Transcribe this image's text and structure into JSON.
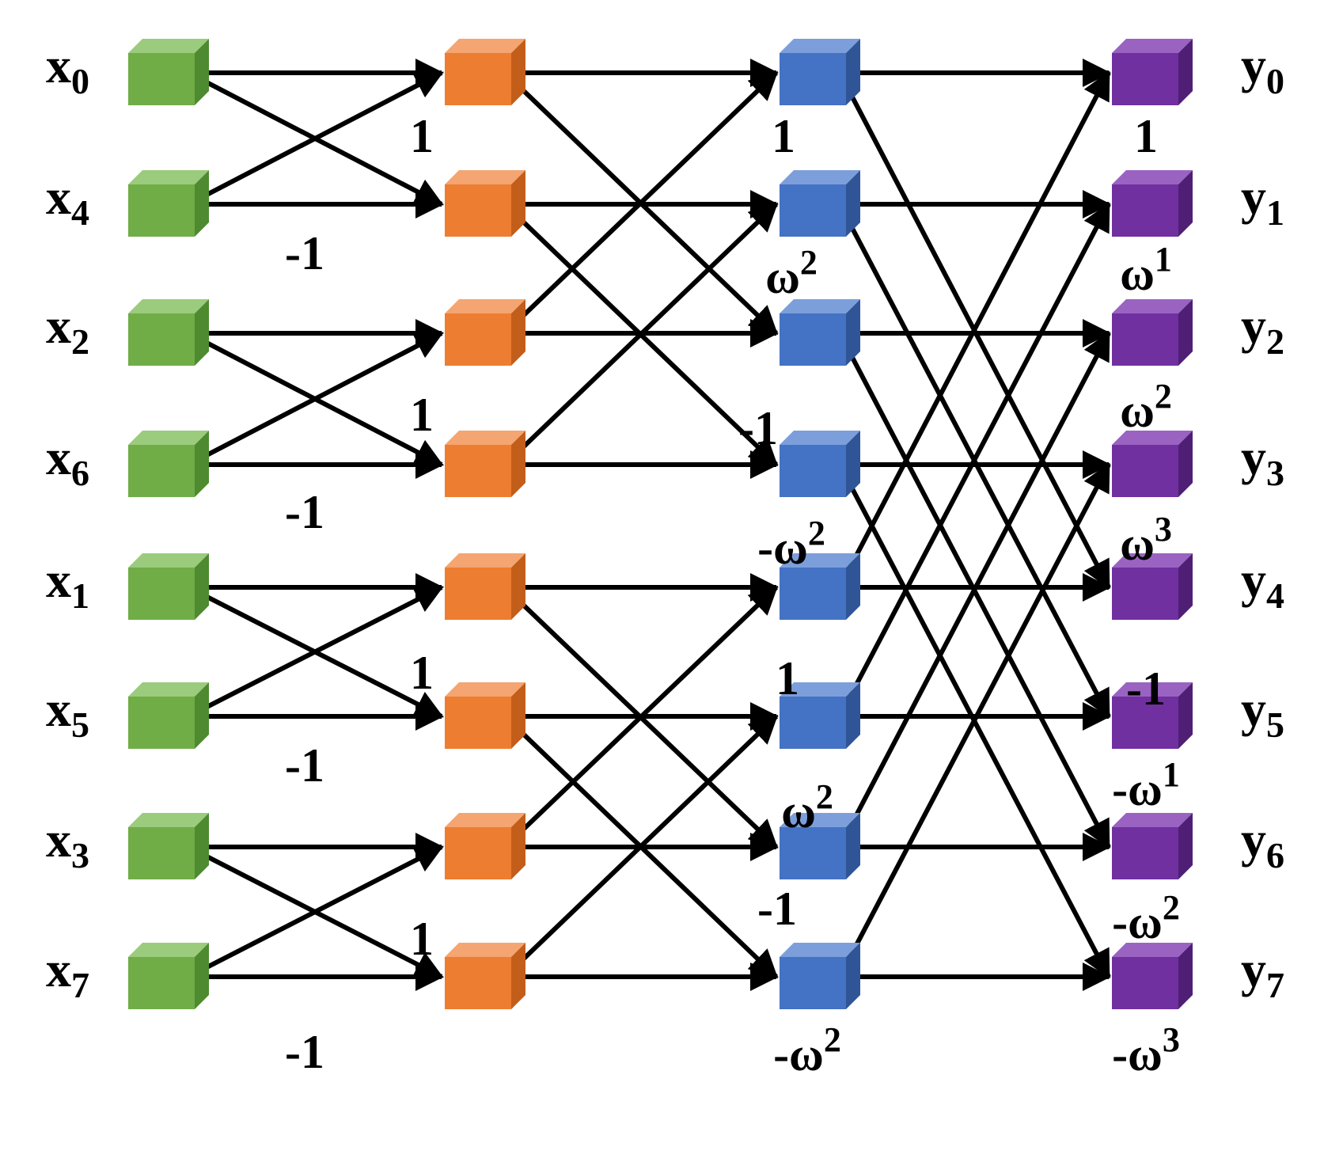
{
  "inputs": [
    {
      "letter": "x",
      "sub": "0"
    },
    {
      "letter": "x",
      "sub": "4"
    },
    {
      "letter": "x",
      "sub": "2"
    },
    {
      "letter": "x",
      "sub": "6"
    },
    {
      "letter": "x",
      "sub": "1"
    },
    {
      "letter": "x",
      "sub": "5"
    },
    {
      "letter": "x",
      "sub": "3"
    },
    {
      "letter": "x",
      "sub": "7"
    }
  ],
  "outputs": [
    {
      "letter": "y",
      "sub": "0"
    },
    {
      "letter": "y",
      "sub": "1"
    },
    {
      "letter": "y",
      "sub": "2"
    },
    {
      "letter": "y",
      "sub": "3"
    },
    {
      "letter": "y",
      "sub": "4"
    },
    {
      "letter": "y",
      "sub": "5"
    },
    {
      "letter": "y",
      "sub": "6"
    },
    {
      "letter": "y",
      "sub": "7"
    }
  ],
  "stage1_weights": [
    {
      "base": "1",
      "sup": ""
    },
    {
      "base": "-1",
      "sup": ""
    },
    {
      "base": "1",
      "sup": ""
    },
    {
      "base": "-1",
      "sup": ""
    },
    {
      "base": "1",
      "sup": ""
    },
    {
      "base": "-1",
      "sup": ""
    },
    {
      "base": "1",
      "sup": ""
    },
    {
      "base": "-1",
      "sup": ""
    }
  ],
  "stage2_weights": [
    {
      "base": "1",
      "sup": ""
    },
    {
      "base": "ω",
      "sup": "2"
    },
    {
      "base": "-1",
      "sup": ""
    },
    {
      "base": "-ω",
      "sup": "2"
    },
    {
      "base": "1",
      "sup": ""
    },
    {
      "base": "ω",
      "sup": "2"
    },
    {
      "base": "-1",
      "sup": ""
    },
    {
      "base": "-ω",
      "sup": "2"
    }
  ],
  "stage3_weights": [
    {
      "base": "1",
      "sup": ""
    },
    {
      "base": "ω",
      "sup": "1"
    },
    {
      "base": "ω",
      "sup": "2"
    },
    {
      "base": "ω",
      "sup": "3"
    },
    {
      "base": "-1",
      "sup": ""
    },
    {
      "base": "-ω",
      "sup": "1"
    },
    {
      "base": "-ω",
      "sup": "2"
    },
    {
      "base": "-ω",
      "sup": "3"
    }
  ],
  "colors": {
    "stage0": {
      "front": "#70AD47",
      "top": "#9BCB7C",
      "side": "#4E8A2F"
    },
    "stage1": {
      "front": "#ED7D31",
      "top": "#F4A571",
      "side": "#C25E1A"
    },
    "stage2": {
      "front": "#4472C4",
      "top": "#7C9FDB",
      "side": "#2F5597"
    },
    "stage3": {
      "front": "#7030A0",
      "top": "#9A63C2",
      "side": "#4F1F75"
    },
    "arrow": "#000000"
  }
}
